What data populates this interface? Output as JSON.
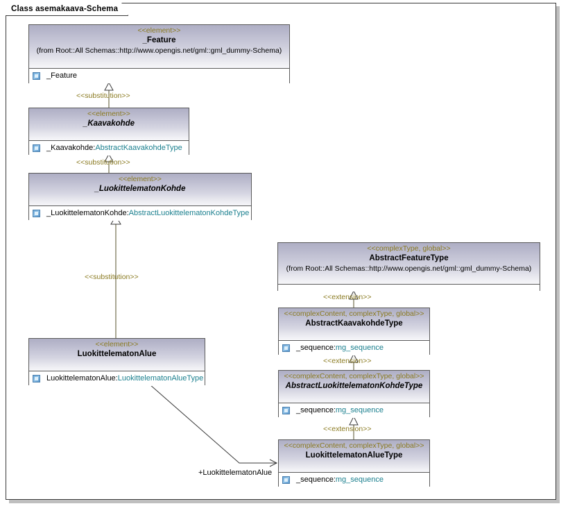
{
  "frame": {
    "tab_label": "Class asemakaava-Schema"
  },
  "nodes": [
    {
      "id": "feature",
      "stereotype": "<<element>>",
      "title": "_Feature",
      "from": "(from Root::All Schemas::http://www.opengis.net/gml::gml_dummy-Schema)",
      "attributes": [
        {
          "icon": "attribute-icon",
          "name": "_Feature",
          "type": ""
        }
      ]
    },
    {
      "id": "kaavakohde",
      "stereotype": "<<element>>",
      "title": "_Kaavakohde",
      "from": "",
      "attributes": [
        {
          "icon": "attribute-icon",
          "name": "_Kaavakohde:",
          "type": "AbstractKaavakohdeType"
        }
      ]
    },
    {
      "id": "luokittelematonkohde",
      "stereotype": "<<element>>",
      "title": "_LuokittelematonKohde",
      "from": "",
      "attributes": [
        {
          "icon": "attribute-icon",
          "name": "_LuokittelematonKohde:",
          "type": "AbstractLuokittelematonKohdeType"
        }
      ]
    },
    {
      "id": "luokittelematonalue",
      "stereotype": "<<element>>",
      "title": "LuokittelematonAlue",
      "from": "",
      "attributes": [
        {
          "icon": "attribute-icon",
          "name": "LuokittelematonAlue:",
          "type": "LuokittelematonAlueType"
        }
      ]
    },
    {
      "id": "abstractfeaturetype",
      "stereotype": "<<complexType, global>>",
      "title": "AbstractFeatureType",
      "from": "(from Root::All Schemas::http://www.opengis.net/gml::gml_dummy-Schema)",
      "attributes": []
    },
    {
      "id": "abstractkaavakohdetype",
      "stereotype": "<<complexContent, complexType, global>>",
      "title": "AbstractKaavakohdeType",
      "from": "",
      "attributes": [
        {
          "icon": "attribute-icon",
          "name": "_sequence:",
          "type": "mg_sequence"
        }
      ]
    },
    {
      "id": "abstractluokittelematonkohdetype",
      "stereotype": "<<complexContent, complexType, global>>",
      "title": "AbstractLuokittelematonKohdeType",
      "from": "",
      "attributes": [
        {
          "icon": "attribute-icon",
          "name": "_sequence:",
          "type": "mg_sequence"
        }
      ]
    },
    {
      "id": "luokittelematonaluetype",
      "stereotype": "<<complexContent, complexType, global>>",
      "title": "LuokittelematonAlueType",
      "from": "",
      "attributes": [
        {
          "icon": "attribute-icon",
          "name": "_sequence:",
          "type": "mg_sequence"
        }
      ]
    }
  ],
  "edges": [
    {
      "id": "sub1",
      "label": "<<substitution>>",
      "kind": "generalization"
    },
    {
      "id": "sub2",
      "label": "<<substitution>>",
      "kind": "generalization"
    },
    {
      "id": "sub3",
      "label": "<<substitution>>",
      "kind": "generalization"
    },
    {
      "id": "ext1",
      "label": "<<extension>>",
      "kind": "generalization"
    },
    {
      "id": "ext2",
      "label": "<<extension>>",
      "kind": "generalization"
    },
    {
      "id": "ext3",
      "label": "<<extension>>",
      "kind": "generalization"
    },
    {
      "id": "assoc1",
      "label": "+LuokittelematonAlue",
      "kind": "association"
    }
  ],
  "colors": {
    "stereotype_text": "#8a7a20",
    "attribute_type_text": "#1a7f8e",
    "node_border": "#5a5a5a",
    "header_gradient_top": "#aeaec4",
    "header_gradient_bottom": "#f7f7fa",
    "frame_border": "#3a3a3a",
    "frame_shadow": "#bfbfbf",
    "canvas_background": "#ffffff"
  }
}
